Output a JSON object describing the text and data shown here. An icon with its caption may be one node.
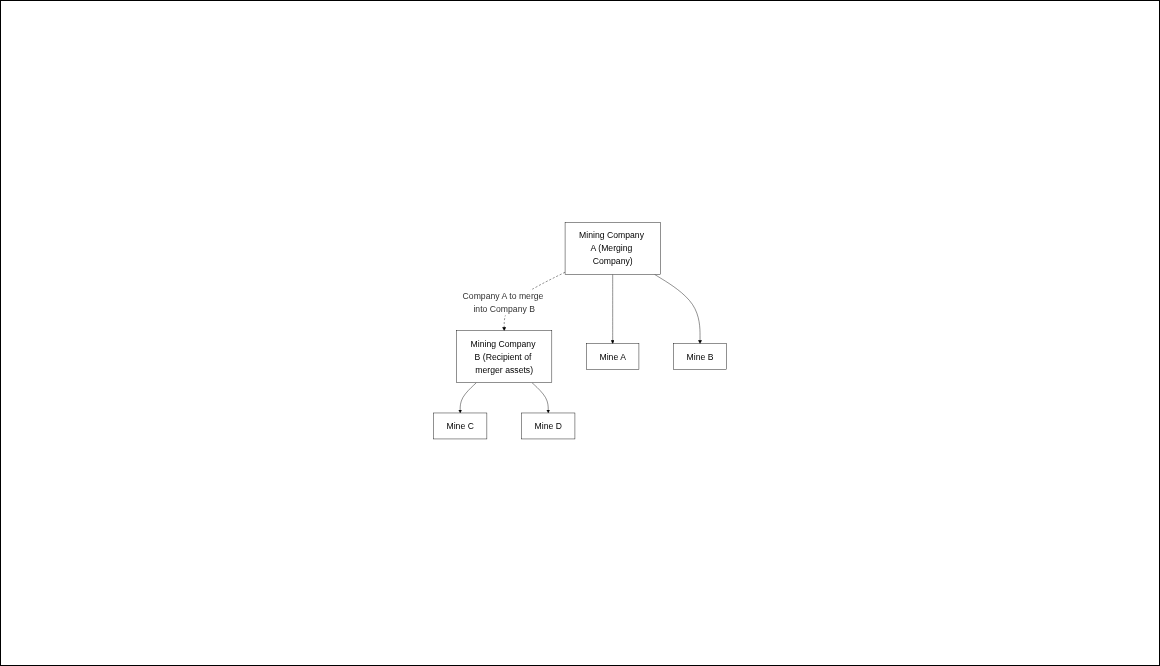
{
  "diagram": {
    "nodes": [
      {
        "text": [
          "Mining Company A (Merging Company)"
        ]
      },
      {
        "text": [
          "Mining Company B (Recipient of merger assets)"
        ]
      },
      {
        "text": [
          "Mine A"
        ]
      },
      {
        "text": [
          "Mine B"
        ]
      },
      {
        "text": [
          "Mine C"
        ]
      },
      {
        "text": [
          "Mine D"
        ]
      }
    ],
    "edges": [
      {
        "from": 0,
        "to": 1,
        "arrow": "to",
        "label": "Company A to merge into Company B",
        "style": "dashed"
      },
      {
        "from": 0,
        "to": 2,
        "arrow": "to"
      },
      {
        "from": 0,
        "to": 3,
        "arrow": "to"
      },
      {
        "from": 1,
        "to": 4,
        "arrow": "to"
      },
      {
        "from": 1,
        "to": 5,
        "arrow": "to"
      }
    ]
  }
}
